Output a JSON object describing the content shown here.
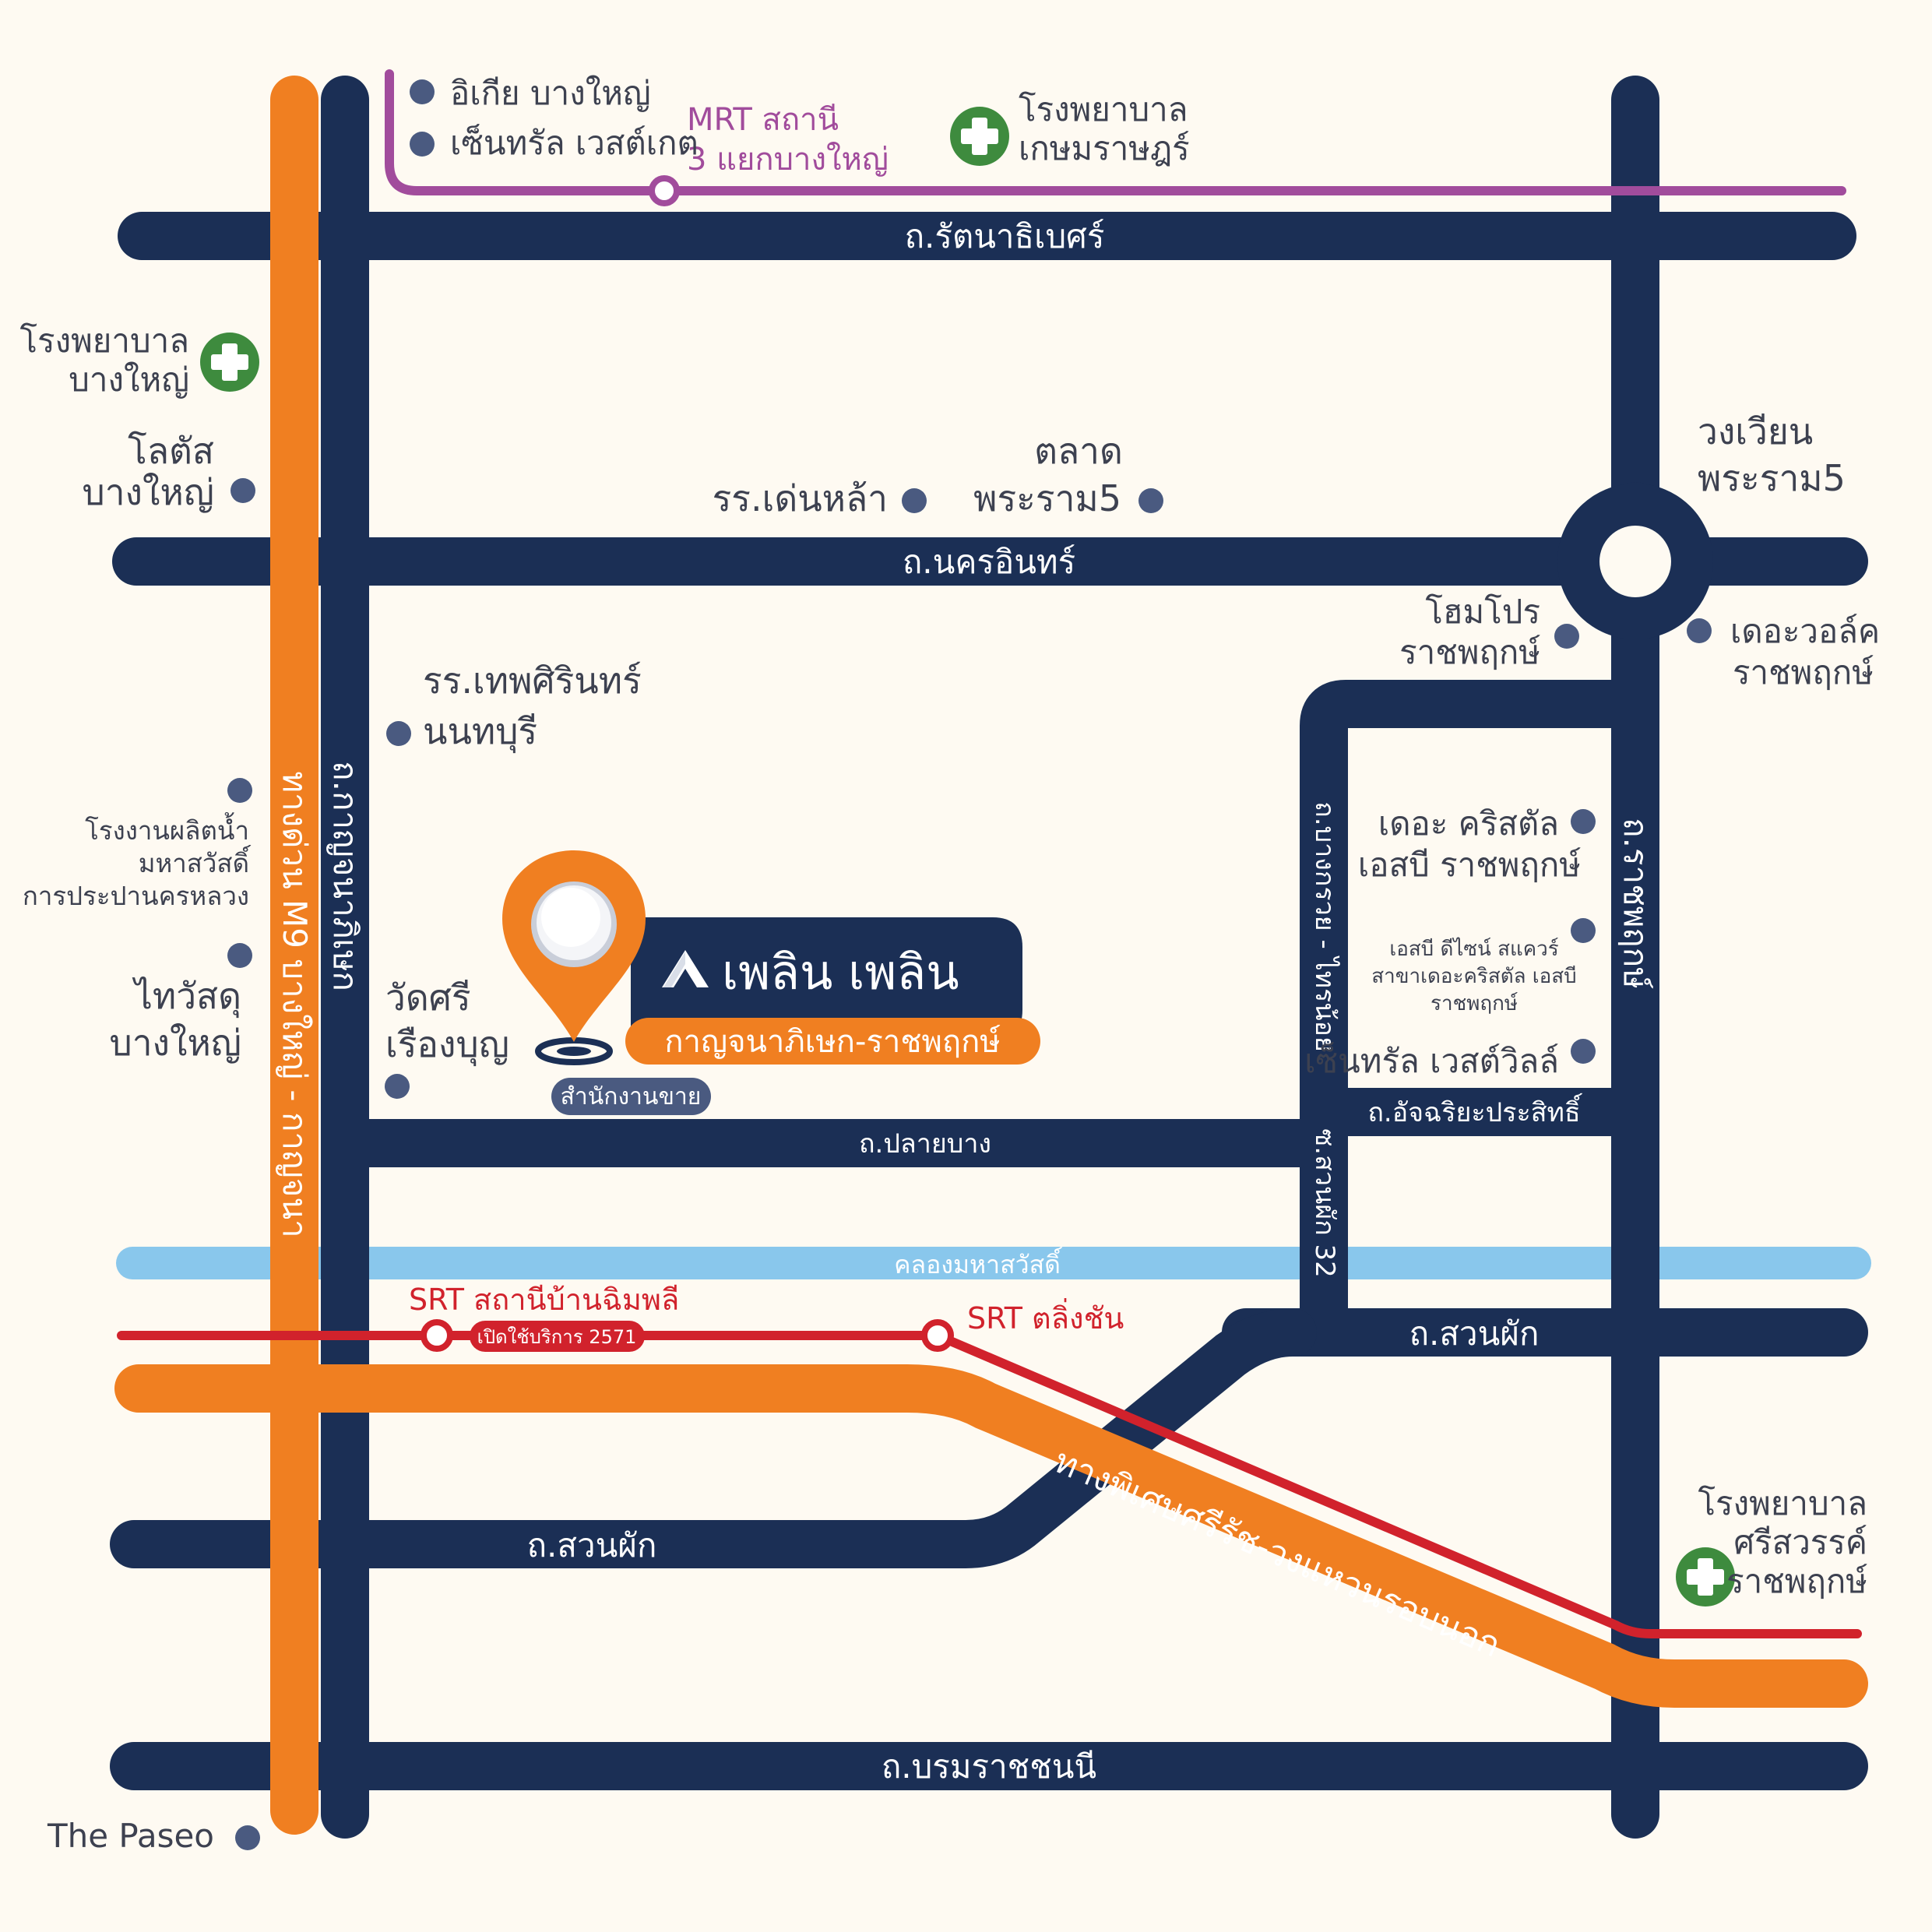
{
  "colors": {
    "background": "#fefaf2",
    "road": "#1b2f55",
    "highway": "#f07f21",
    "mrt": "#a14c9c",
    "srt": "#d1222c",
    "canal": "#89c7ec",
    "hospital": "#3e8b3e",
    "poi_dot": "#4a5a80"
  },
  "roads": {
    "rattanathibet": "ถ.รัตนาธิเบศร์",
    "nakhon_in": "ถ.นครอินทร์",
    "plai_bang": "ถ.ปลายบาง",
    "suan_phak_east": "ถ.สวนผัก",
    "suan_phak_west": "ถ.สวนผัก",
    "borommaratchachonnani": "ถ.บรมราชชนนี",
    "kanchanaphisek": "ถ.กาญจนาภิเษก",
    "ratchaphruek": "ถ.ราชพฤกษ์",
    "bang_kruai_sai_noi": "ถ.บางกรวย - ไทรน้อย",
    "at_charia_prasit": "ถ.อัจฉริยะประสิทธิ์",
    "suan_phak_32": "ซ.สวนผัก 32"
  },
  "highways": {
    "m9": "ทางด่วน M9 บางใหญ่ - กาญจนา",
    "si_rat": "ทางพิเศษศรีรัช-วงแหวนรอบนอก"
  },
  "canal": {
    "name": "คลองมหาสวัสดิ์"
  },
  "transit": {
    "mrt_station_line1": "MRT สถานี",
    "mrt_station_line2": "3 แยกบางใหญ่",
    "srt_chimphli": "SRT สถานีบ้านฉิมพลี",
    "srt_chimphli_badge": "เปิดใช้บริการ 2571",
    "srt_taling_chan": "SRT ตลิ่งชัน"
  },
  "hospitals": [
    {
      "line1": "โรงพยาบาล",
      "line2": "เกษมราษฎร์"
    },
    {
      "line1": "โรงพยาบาล",
      "line2": "บางใหญ่"
    },
    {
      "line1": "โรงพยาบาล",
      "line2": "ศรีสวรรค์",
      "line3": "ราชพฤกษ์"
    }
  ],
  "landmarks": {
    "ikea": "อิเกีย บางใหญ่",
    "central_westgate": "เซ็นทรัล เวสต์เกต",
    "lotus_line1": "โลตัส",
    "lotus_line2": "บางใหญ่",
    "school_denla": "รร.เด่นหล้า",
    "market_line1": "ตลาด",
    "market_line2": "พระราม5",
    "circle_line1": "วงเวียน",
    "circle_line2": "พระราม5",
    "homepro_line1": "โฮมโปร",
    "homepro_line2": "ราชพฤกษ์",
    "walk_line1": "เดอะวอล์ค",
    "walk_line2": "ราชพฤกษ์",
    "school_thep_line1": "รร.เทพศิรินทร์",
    "school_thep_line2": "นนทบุรี",
    "water_line1": "โรงงานผลิตน้ำ",
    "water_line2": "มหาสวัสดิ์",
    "water_line3": "การประปานครหลวง",
    "thaiwatsadu_line1": "ไทวัสดุ",
    "thaiwatsadu_line2": "บางใหญ่",
    "wat_line1": "วัดศรี",
    "wat_line2": "เรืองบุญ",
    "crystal_line1": "เดอะ คริสตัล",
    "crystal_line2": "เอสบี ราชพฤกษ์",
    "sb_line1": "เอสบี ดีไซน์ สแควร์",
    "sb_line2": "สาขาเดอะคริสตัล เอสบี",
    "sb_line3": "ราชพฤกษ์",
    "westville": "เซ็นทรัล เวสต์วิลล์",
    "paseo": "The Paseo"
  },
  "project": {
    "name": "เพลิน เพลิน",
    "subtitle": "กาญจนาภิเษก-ราชพฤกษ์",
    "sales_office": "สำนักงานขาย",
    "logo_icon": "house-roof-icon",
    "marker_icon": "location-pin-icon"
  }
}
